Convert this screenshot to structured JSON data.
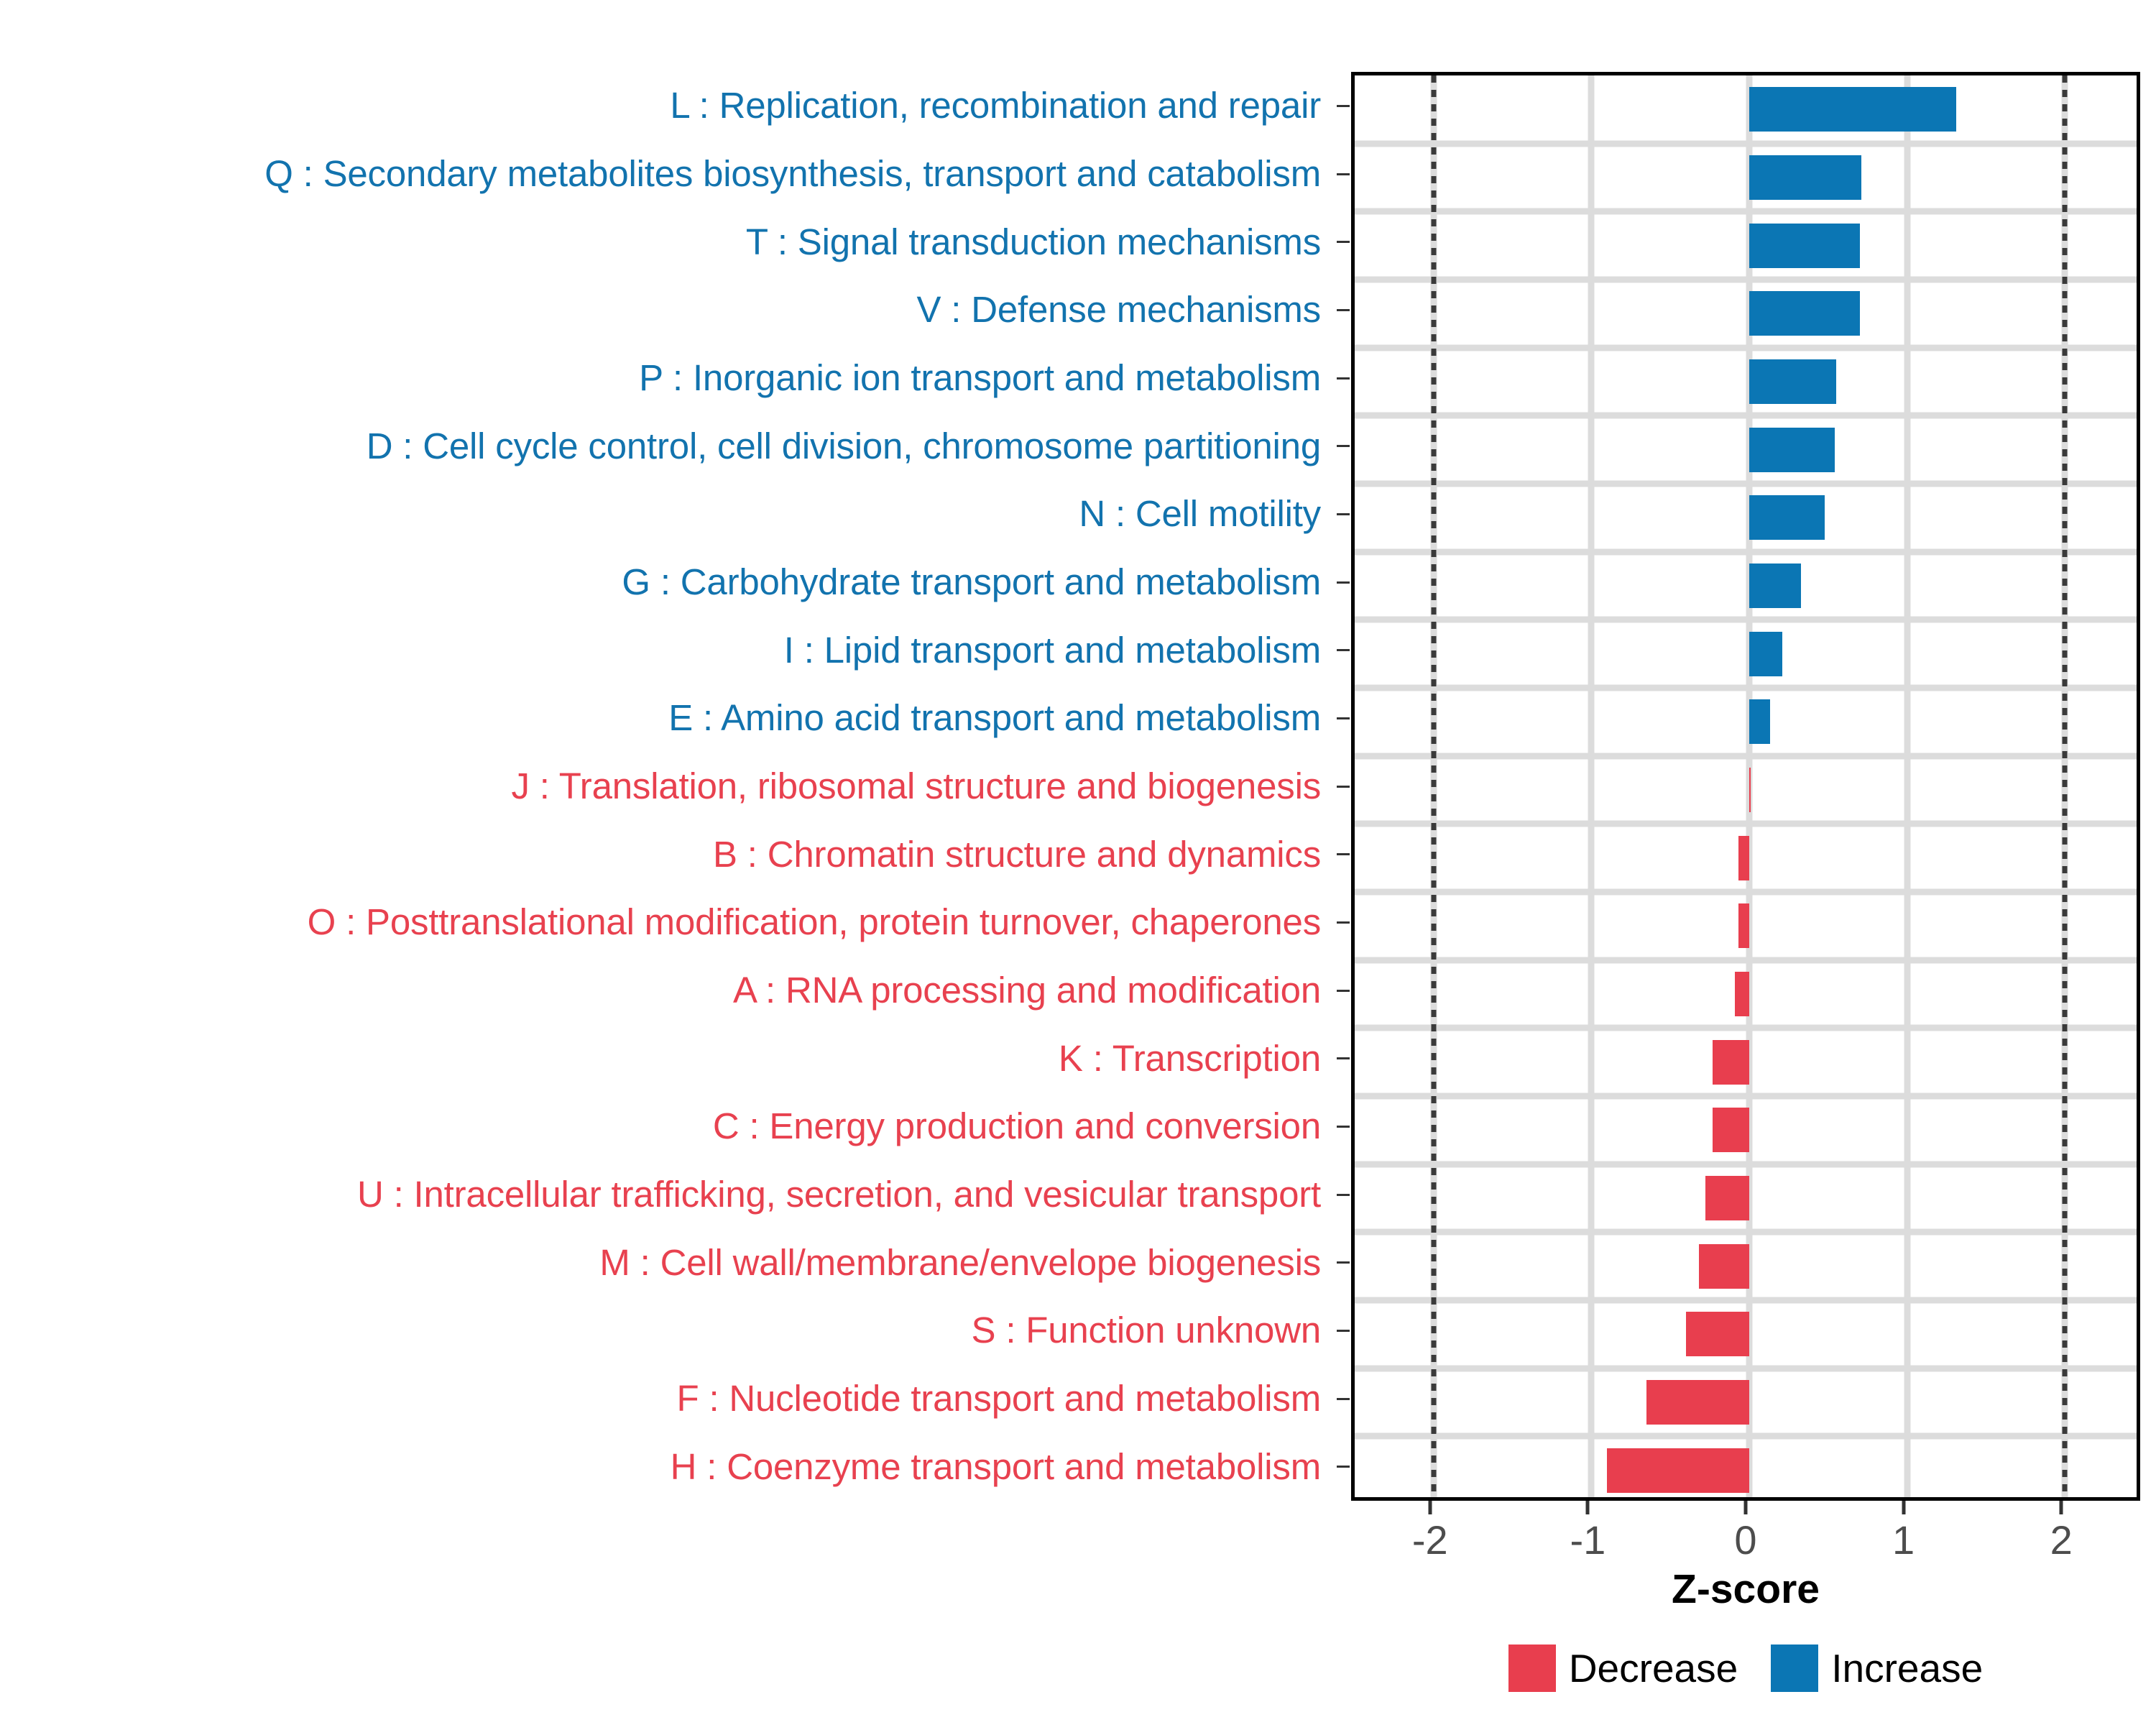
{
  "chart_data": {
    "type": "bar",
    "orientation": "horizontal",
    "title": "",
    "xlabel": "Z-score",
    "ylabel": "",
    "xlim": [
      -2.5,
      2.5
    ],
    "xticks": [
      -2,
      -1,
      0,
      1,
      2
    ],
    "xticklabels": [
      "-2",
      "-1",
      "0",
      "1",
      "2"
    ],
    "grid": true,
    "reference_lines": [
      -2,
      2
    ],
    "legend_position": "bottom",
    "legend": [
      {
        "label": "Decrease",
        "color": "#E83E4E"
      },
      {
        "label": "Increase",
        "color": "#0B76B4"
      }
    ],
    "categories": [
      "L : Replication, recombination and repair",
      "Q : Secondary metabolites biosynthesis, transport and catabolism",
      "T : Signal transduction mechanisms",
      "V : Defense mechanisms",
      "P : Inorganic ion transport and metabolism",
      "D : Cell cycle control, cell division, chromosome partitioning",
      "N : Cell motility",
      "G : Carbohydrate transport and metabolism",
      "I : Lipid transport and metabolism",
      "E : Amino acid transport and metabolism",
      "J : Translation, ribosomal structure and biogenesis",
      "B : Chromatin structure and dynamics",
      "O : Posttranslational modification, protein turnover, chaperones",
      "A : RNA processing and modification",
      "K : Transcription",
      "C : Energy production and conversion",
      "U : Intracellular trafficking, secretion, and vesicular transport",
      "M : Cell wall/membrane/envelope biogenesis",
      "S : Function unknown",
      "F : Nucleotide transport and metabolism",
      "H : Coenzyme transport and metabolism"
    ],
    "values": [
      1.31,
      0.71,
      0.7,
      0.7,
      0.55,
      0.54,
      0.48,
      0.33,
      0.21,
      0.13,
      0.0,
      -0.07,
      -0.07,
      -0.09,
      -0.23,
      -0.23,
      -0.28,
      -0.32,
      -0.4,
      -0.65,
      -0.9
    ],
    "groups": [
      "Increase",
      "Increase",
      "Increase",
      "Increase",
      "Increase",
      "Increase",
      "Increase",
      "Increase",
      "Increase",
      "Increase",
      "Decrease",
      "Decrease",
      "Decrease",
      "Decrease",
      "Decrease",
      "Decrease",
      "Decrease",
      "Decrease",
      "Decrease",
      "Decrease",
      "Decrease"
    ],
    "colors": {
      "increase": "#0B76B4",
      "decrease": "#E83E4E"
    }
  }
}
